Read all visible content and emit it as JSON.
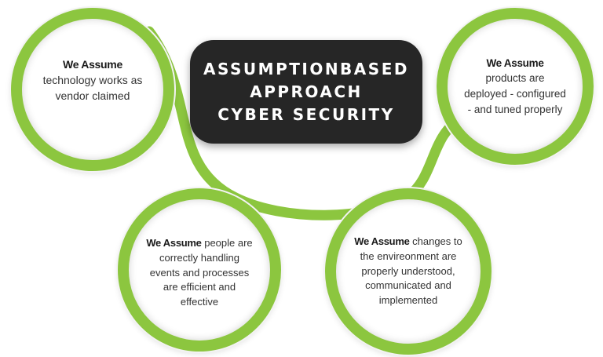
{
  "title": {
    "line1": "ASSUMPTIONBASED",
    "line2": "APPROACH",
    "line3": "CYBER SECURITY"
  },
  "assumptions": [
    {
      "lead": "We Assume",
      "text": "technology works as vendor claimed"
    },
    {
      "lead": "We Assume",
      "text": "products are deployed - configured - and tuned properly"
    },
    {
      "lead": "We Assume",
      "text": "people are correctly handling events and processes are efficient and effective"
    },
    {
      "lead": "We Assume",
      "text": "changes to the envireonment are properly understood, communicated and implemented"
    }
  ],
  "colors": {
    "accent": "#8cc63f",
    "title_bg": "#262626",
    "title_text": "#ffffff",
    "body_text": "#333333"
  }
}
